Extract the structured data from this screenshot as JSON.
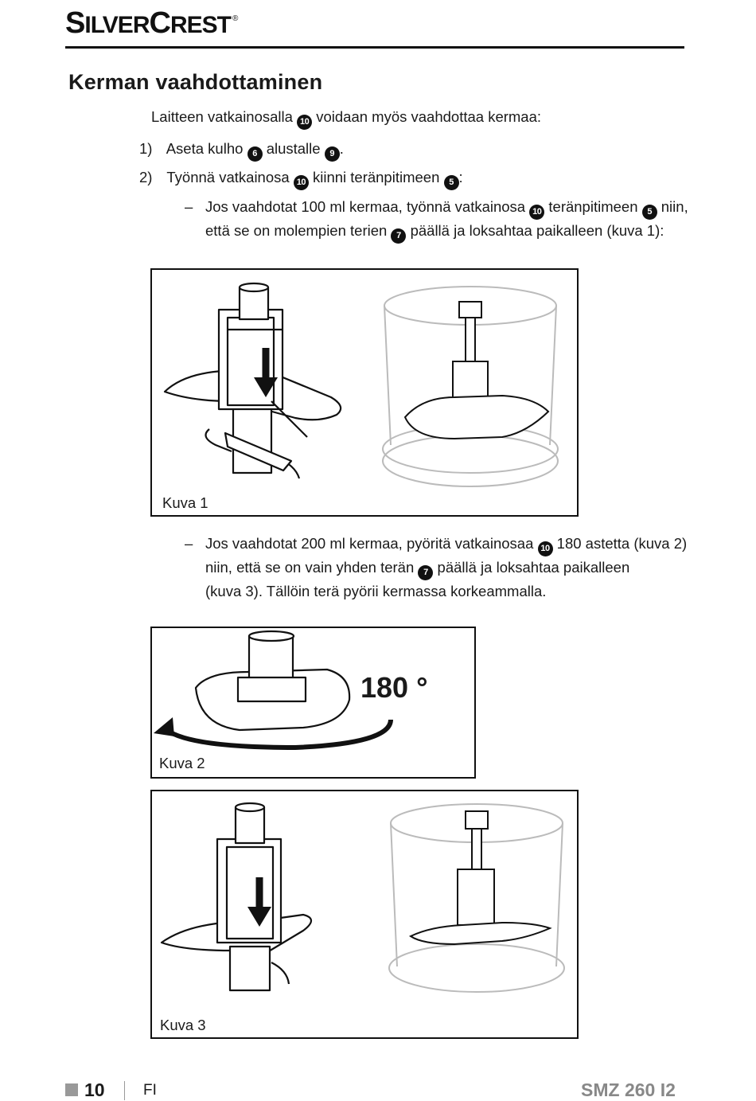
{
  "brand": "SilverCrest",
  "heading": "Kerman vaahdottaminen",
  "intro": {
    "before": "Laitteen vatkainosalla",
    "badge": "10",
    "after": "voidaan myös vaahdottaa kermaa:"
  },
  "steps": [
    {
      "num": "1)",
      "p1": "Aseta kulho",
      "b1": "6",
      "p2": "alustalle",
      "b2": "9",
      "p3": "."
    },
    {
      "num": "2)",
      "p1": "Työnnä vatkainosa",
      "b1": "10",
      "p2": "kiinni teränpitimeen",
      "b2": "5",
      "p3": ":"
    }
  ],
  "bullet1": {
    "dash": "–",
    "p1": "Jos vaahdotat 100 ml kermaa, työnnä vatkainosa",
    "b1": "10",
    "p2": "teränpitimeen",
    "b2": "5",
    "p3": "niin,",
    "p4": "että se on molempien terien",
    "b3": "7",
    "p5": "päällä ja loksahtaa paikalleen (kuva 1):"
  },
  "bullet2": {
    "dash": "–",
    "p1": "Jos vaahdotat 200 ml kermaa, pyöritä vatkainosaa",
    "b1": "10",
    "p2": "180 astetta (kuva 2)",
    "p3": "niin, että se on vain yhden terän",
    "b2": "7",
    "p4": "päällä ja loksahtaa paikalleen",
    "p5": "(kuva 3). Tällöin terä pyörii kermassa korkeammalla."
  },
  "figures": {
    "fig1_caption": "Kuva 1",
    "fig2_caption": "Kuva 2",
    "fig2_angle": "180 °",
    "fig3_caption": "Kuva 3"
  },
  "footer": {
    "page": "10",
    "lang": "FI",
    "model": "SMZ 260 I2"
  }
}
